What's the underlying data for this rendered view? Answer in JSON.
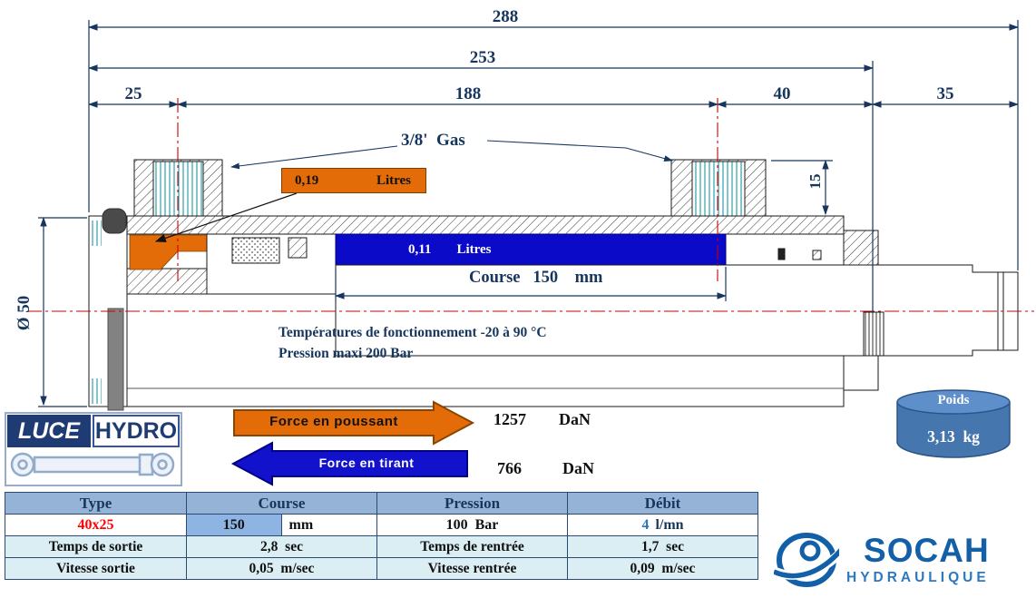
{
  "dims": {
    "d288": "288",
    "d253": "253",
    "d25": "25",
    "d188": "188",
    "d40": "40",
    "d35": "35",
    "d15": "15",
    "dia": "Ø 50"
  },
  "labels": {
    "gas": "3/8'  Gas",
    "vol_push": "0,19",
    "vol_push_unit": "Litres",
    "vol_pull": "0,11",
    "vol_pull_unit": "Litres",
    "course": "Course   150    mm",
    "temperature": "Températures de fonctionnement -20 à 90 °C",
    "pressure_max": "Pression maxi 200 Bar"
  },
  "forces": {
    "push_label": "Force en poussant",
    "push_value": "1257",
    "push_unit": "DaN",
    "pull_label": "Force en tirant",
    "pull_value": "766",
    "pull_unit": "DaN"
  },
  "weight": {
    "title": "Poids",
    "value": "3,13  kg"
  },
  "luce_logo": {
    "luce": "LUCE",
    "hydro": "HYDRO"
  },
  "socah_logo": {
    "name": "SOCAH",
    "sub": "HYDRAULIQUE"
  },
  "table": {
    "headers": {
      "type": "Type",
      "course": "Course",
      "pression": "Pression",
      "debit": "Débit"
    },
    "r1": {
      "type": "40x25",
      "course_val": "150",
      "course_unit": "mm",
      "pression": "100  Bar",
      "debit_val": "4",
      "debit_unit": "l/mn"
    },
    "r2": {
      "c1": "Temps de sortie",
      "c2": "2,8  sec",
      "c3": "Temps de rentrée",
      "c4": "1,7  sec"
    },
    "r3": {
      "c1": "Vitesse sortie",
      "c2": "0,05  m/sec",
      "c3": "Vitesse rentrée",
      "c4": "0,09  m/sec"
    }
  },
  "colors": {
    "navy": "#17365D",
    "orange": "#E36C09",
    "blue_fill": "#0A0AC8",
    "table_header": "#95B3D7",
    "table_alt": "#DAEEF3",
    "highlight_cell": "#8DB4E2",
    "red_text": "#FF0000",
    "socah_blue": "#1360A8",
    "centerline_red": "#CC0000"
  }
}
